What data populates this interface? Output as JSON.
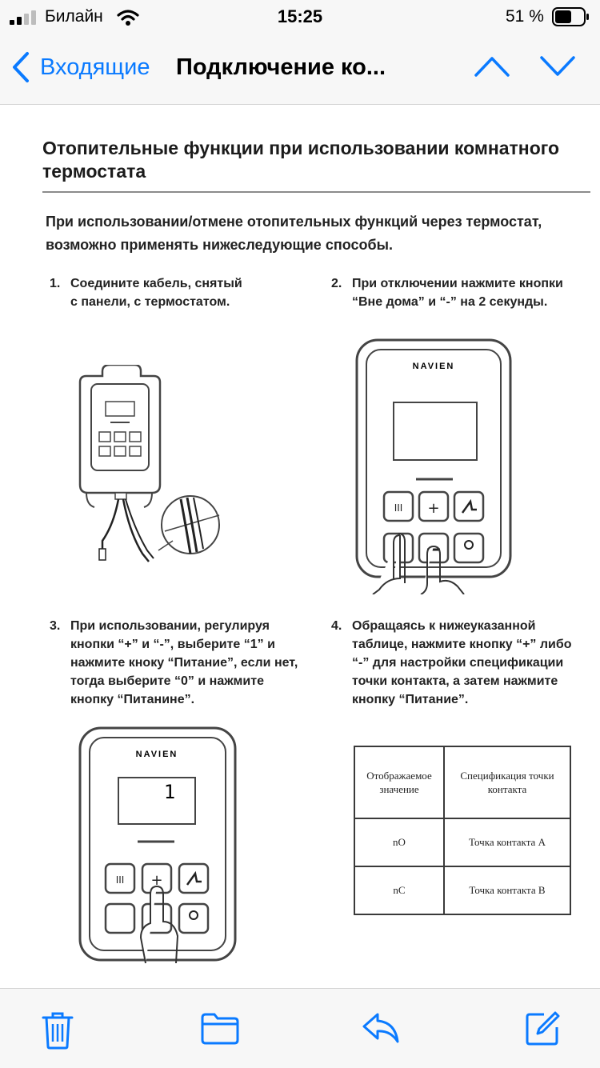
{
  "status_bar": {
    "carrier": "Билайн",
    "time": "15:25",
    "battery_percent": "51 %",
    "icons": [
      "signal-icon",
      "wifi-icon",
      "battery-icon"
    ]
  },
  "nav": {
    "back_label": "Входящие",
    "title": "Подключение ко...",
    "icons": [
      "chevron-left-icon",
      "chevron-up-icon",
      "chevron-down-icon"
    ]
  },
  "document": {
    "heading": "Отопительные функции при использовании комнатного термостата",
    "intro": "При использовании/отмене отопительных функций через термостат, возможно применять нижеследующие способы.",
    "steps": [
      {
        "num": "1.",
        "text": "Соедините кабель, снятый\nс панели, с термостатом."
      },
      {
        "num": "2.",
        "text": "При отключении нажмите кнопки\n“Вне дома” и “-” на 2 секунды."
      },
      {
        "num": "3.",
        "text": "При использовании, регулируя\nкнопки “+” и “-”, выберите “1” и\nнажмите кноку “Питание”, если нет,\nтогда выберите “0” и нажмите\nкнопку “Питанине”."
      },
      {
        "num": "4.",
        "text": "Обращаясь к нижеуказанной\nтаблице, нажмите кнопку “+” либо\n“-” для настройки спецификации\nточки контакта, а затем нажмите\nкнопку “Питание”."
      }
    ],
    "brand": "NAVIEN",
    "display_value": "1",
    "table": {
      "headers": [
        "Отображаемое значение",
        "Спецификация точки контакта"
      ],
      "rows": [
        [
          "nO",
          "Точка контакта A"
        ],
        [
          "nC",
          "Точка контакта B"
        ]
      ]
    }
  },
  "toolbar": {
    "icons": [
      "trash-icon",
      "folder-icon",
      "reply-icon",
      "compose-icon"
    ]
  },
  "colors": {
    "accent": "#0a7aff",
    "bar_background": "#f7f7f7"
  }
}
